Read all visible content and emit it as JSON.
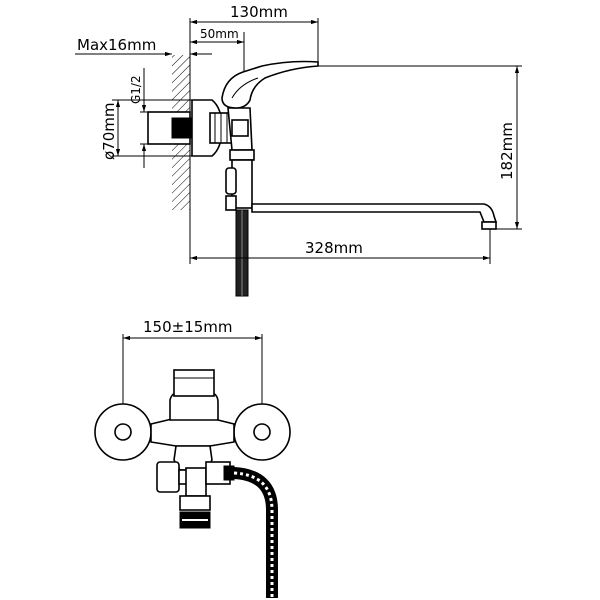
{
  "dimensions": {
    "spout_reach_label": "130mm",
    "handle_offset_label": "50mm",
    "max_wall_label": "Max16mm",
    "thread_label": "G1/2",
    "flange_label": "ø70mm",
    "height_label": "182mm",
    "total_length_label": "328mm",
    "centers_label": "150±15mm"
  }
}
